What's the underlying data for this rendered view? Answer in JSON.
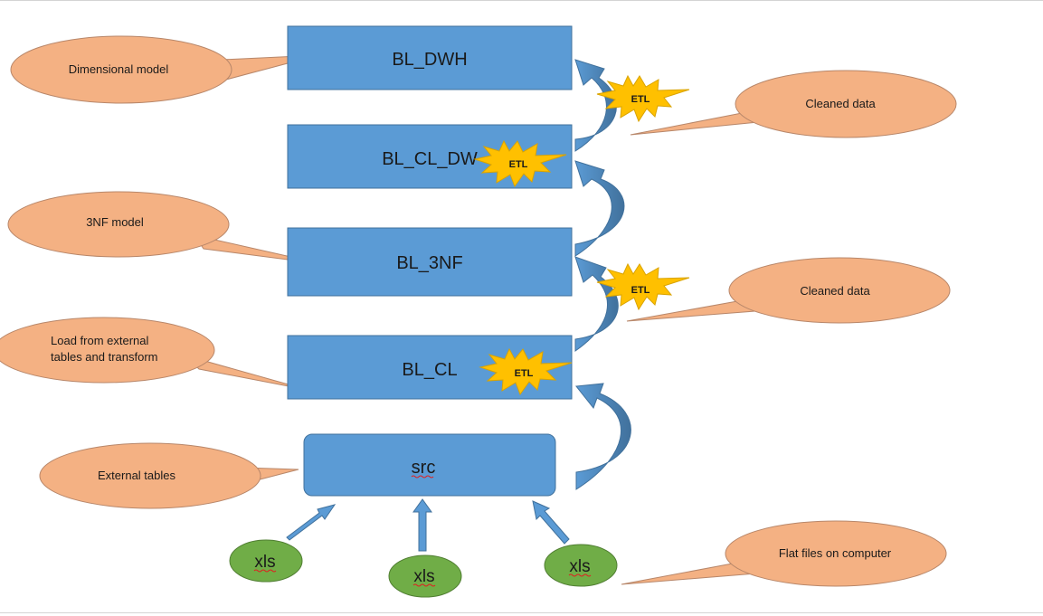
{
  "layers": {
    "bl_dwh": "BL_DWH",
    "bl_cl_dw": "BL_CL_DW",
    "bl_3nf": "BL_3NF",
    "bl_cl": "BL_CL",
    "src": "src"
  },
  "etl_label": "ETL",
  "sources": [
    "xls",
    "xls",
    "xls"
  ],
  "callouts": {
    "dimensional_model": "Dimensional model",
    "cleaned_data_top": "Cleaned data",
    "nf_model": "3NF model",
    "cleaned_data_mid": "Cleaned data",
    "load_line1": "Load from external",
    "load_line2": "tables and transform",
    "external_tables": "External tables",
    "flat_files": "Flat files on computer"
  },
  "colors": {
    "box_fill": "#5b9bd5",
    "box_stroke": "#41719c",
    "callout_fill": "#f4b183",
    "callout_stroke": "#b8876a",
    "burst_fill": "#ffc000",
    "burst_stroke": "#d9a300",
    "source_fill": "#70ad47",
    "source_stroke": "#507e32"
  }
}
